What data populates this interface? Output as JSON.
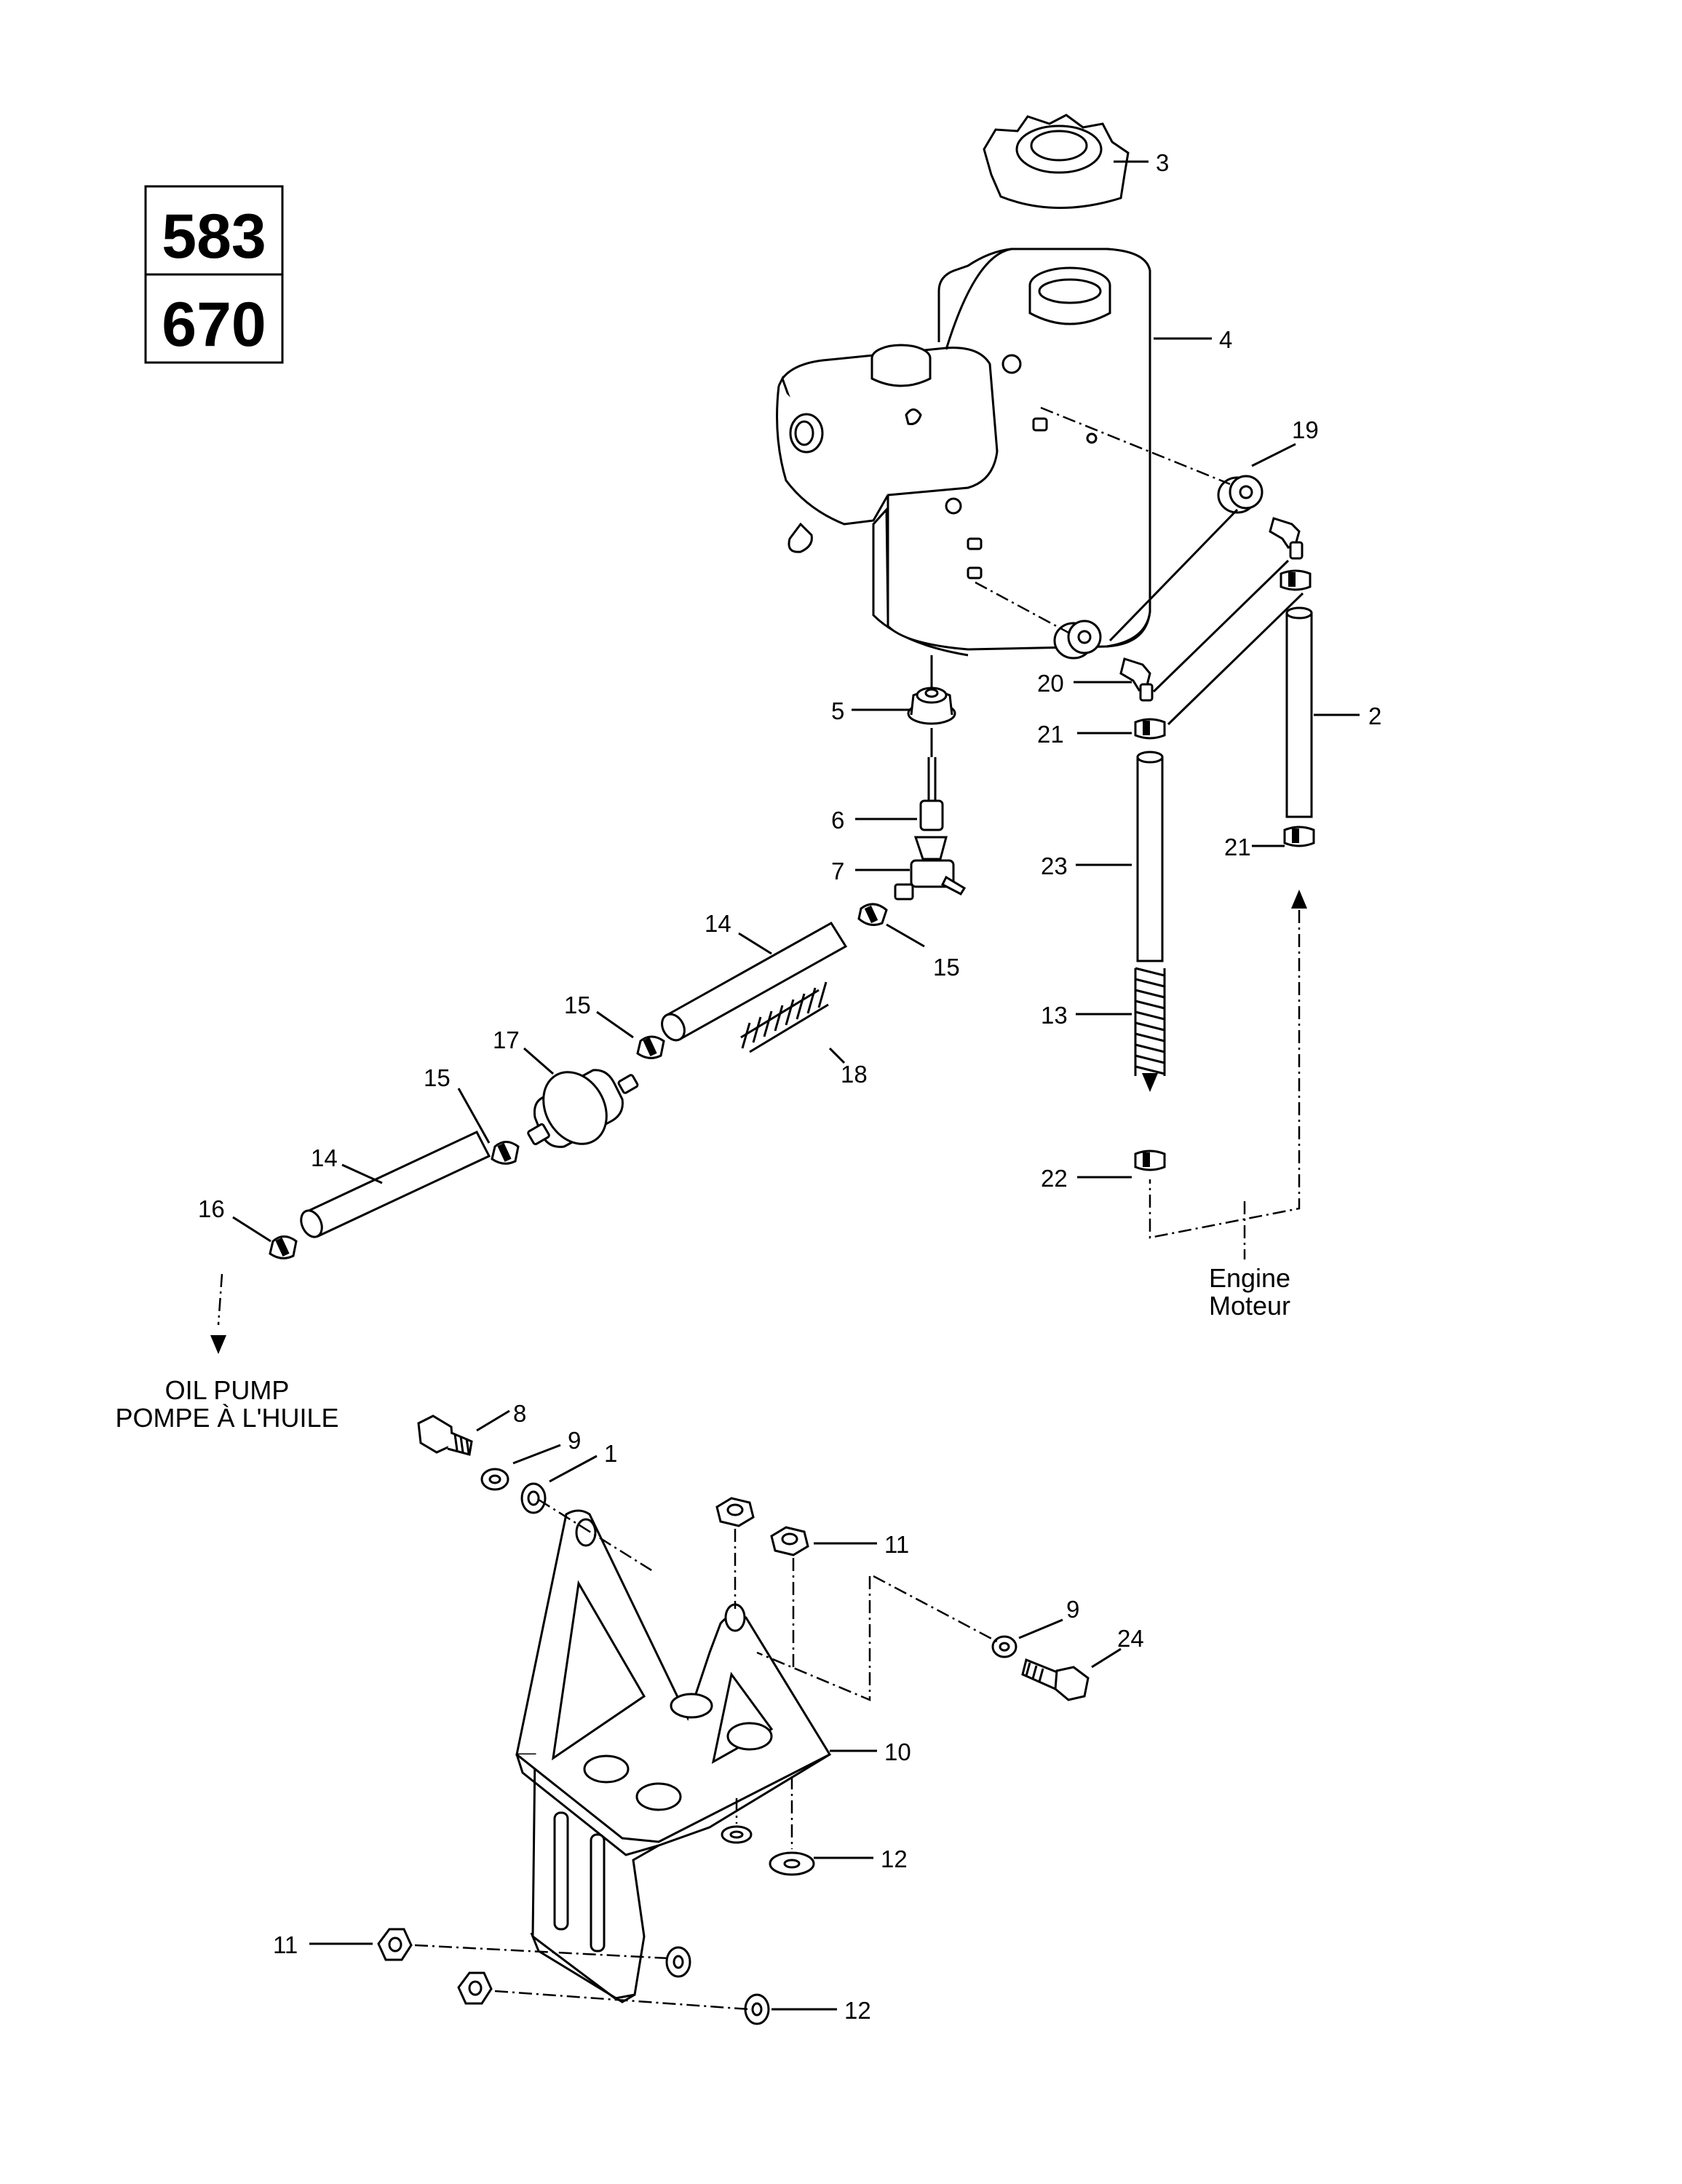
{
  "models": [
    "583",
    "670"
  ],
  "parts": [
    {
      "number": "3"
    },
    {
      "number": "4"
    },
    {
      "number": "19"
    },
    {
      "number": "20"
    },
    {
      "number": "21"
    },
    {
      "number": "2"
    },
    {
      "number": "5"
    },
    {
      "number": "6"
    },
    {
      "number": "7"
    },
    {
      "number": "23"
    },
    {
      "number": "21"
    },
    {
      "number": "14"
    },
    {
      "number": "15"
    },
    {
      "number": "15"
    },
    {
      "number": "17"
    },
    {
      "number": "18"
    },
    {
      "number": "13"
    },
    {
      "number": "15"
    },
    {
      "number": "14"
    },
    {
      "number": "22"
    },
    {
      "number": "16"
    },
    {
      "number": "8"
    },
    {
      "number": "9"
    },
    {
      "number": "1"
    },
    {
      "number": "11"
    },
    {
      "number": "9"
    },
    {
      "number": "24"
    },
    {
      "number": "10"
    },
    {
      "number": "12"
    },
    {
      "number": "11"
    },
    {
      "number": "12"
    }
  ],
  "annotations": {
    "engine_en": "Engine",
    "engine_fr": "Moteur",
    "oil_pump_en": "OIL PUMP",
    "oil_pump_fr": "POMPE À L'HUILE"
  }
}
